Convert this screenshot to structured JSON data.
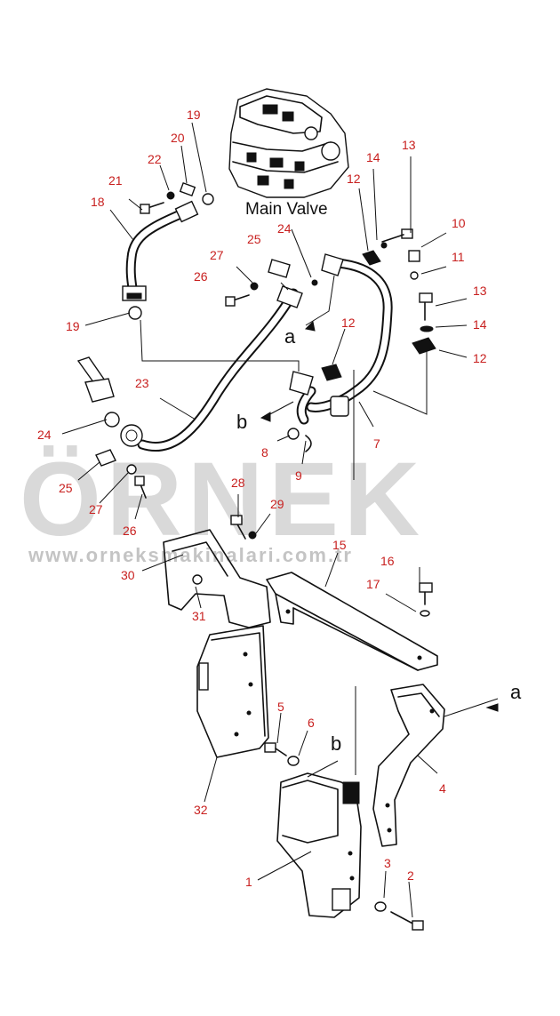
{
  "diagram": {
    "title": "Main Valve",
    "part_numbers": [
      "1",
      "2",
      "3",
      "4",
      "5",
      "6",
      "7",
      "8",
      "9",
      "10",
      "11",
      "12",
      "12",
      "12",
      "13",
      "13",
      "14",
      "14",
      "15",
      "16",
      "17",
      "18",
      "19",
      "19",
      "20",
      "21",
      "22",
      "23",
      "24",
      "24",
      "25",
      "25",
      "26",
      "26",
      "27",
      "27",
      "28",
      "29",
      "30",
      "31",
      "32"
    ],
    "connection_tags": [
      "a",
      "a",
      "b",
      "b"
    ]
  },
  "watermark": {
    "brand": "ÖRNEK",
    "url": "www.orneksmakinalari.com.tr"
  },
  "colors": {
    "label": "#c8201f",
    "line": "#111111",
    "watermark": "#d9d9d9"
  }
}
